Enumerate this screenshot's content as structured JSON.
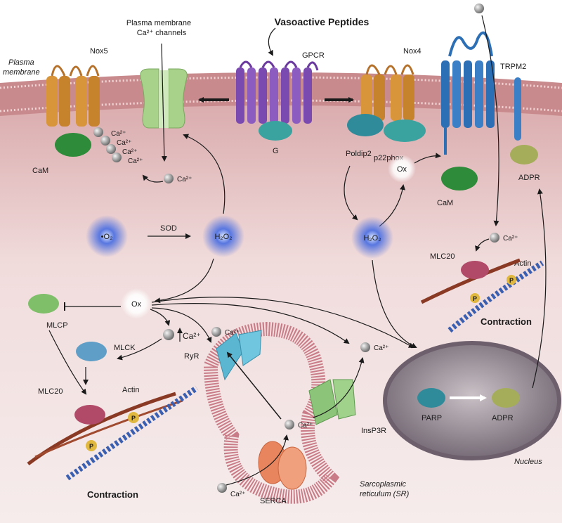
{
  "title": "Vasoactive Peptides",
  "labels": {
    "plasma_membrane": "Plasma",
    "plasma_membrane_2": "membrane",
    "nox5": "Nox5",
    "plasma_channels": "Plasma membrane",
    "plasma_channels_2": "Ca²⁺ channels",
    "gpcr": "GPCR",
    "g_protein": "G",
    "nox4": "Nox4",
    "poldip2": "Poldip2",
    "p22phox": "p22phox",
    "trpm2": "TRPM2",
    "cam_left": "CaM",
    "cam_right": "CaM",
    "adpr_membrane": "ADPR",
    "ox_top": "Ox",
    "ox_left": "Ox",
    "superoxide": "•O₂",
    "sod": "SOD",
    "h2o2_left": "H₂O₂",
    "h2o2_right": "H₂O₂",
    "mlcp": "MLCP",
    "mlck": "MLCK",
    "ryr": "RyR",
    "mlc20_left": "MLC20",
    "actin_left": "Actin",
    "mlc20_right": "MLC20",
    "actin_right": "Actin",
    "contraction_left": "Contraction",
    "contraction_right": "Contraction",
    "parp": "PARP",
    "adpr_nucleus": "ADPR",
    "nucleus": "Nucleus",
    "insp3r": "InsP3R",
    "serca": "SERCA",
    "sr": "Sarcoplasmic",
    "sr_2": "reticulum (SR)",
    "phospho": "P"
  },
  "ions": {
    "ca": "Ca²⁺",
    "ca_nox5": [
      "Ca²⁺",
      "Ca²⁺",
      "Ca²⁺",
      "Ca²⁺"
    ]
  },
  "colors": {
    "membrane": "#c98a8d",
    "cytoplasm": "#ecd3d3",
    "nox": "#d8953a",
    "cam": "#2e8b3a",
    "gpcr": "#7b4ab0",
    "g_protein": "#3aa3a0",
    "trpm2": "#2d6fb5",
    "channel": "#a8d28a",
    "sr": "#c97c87",
    "ryr": "#5bb7d1",
    "insp3r": "#8cc47a",
    "serca": "#e8855f",
    "nucleus": "#8a7f86",
    "ros_glow": "#3a5fd0"
  }
}
